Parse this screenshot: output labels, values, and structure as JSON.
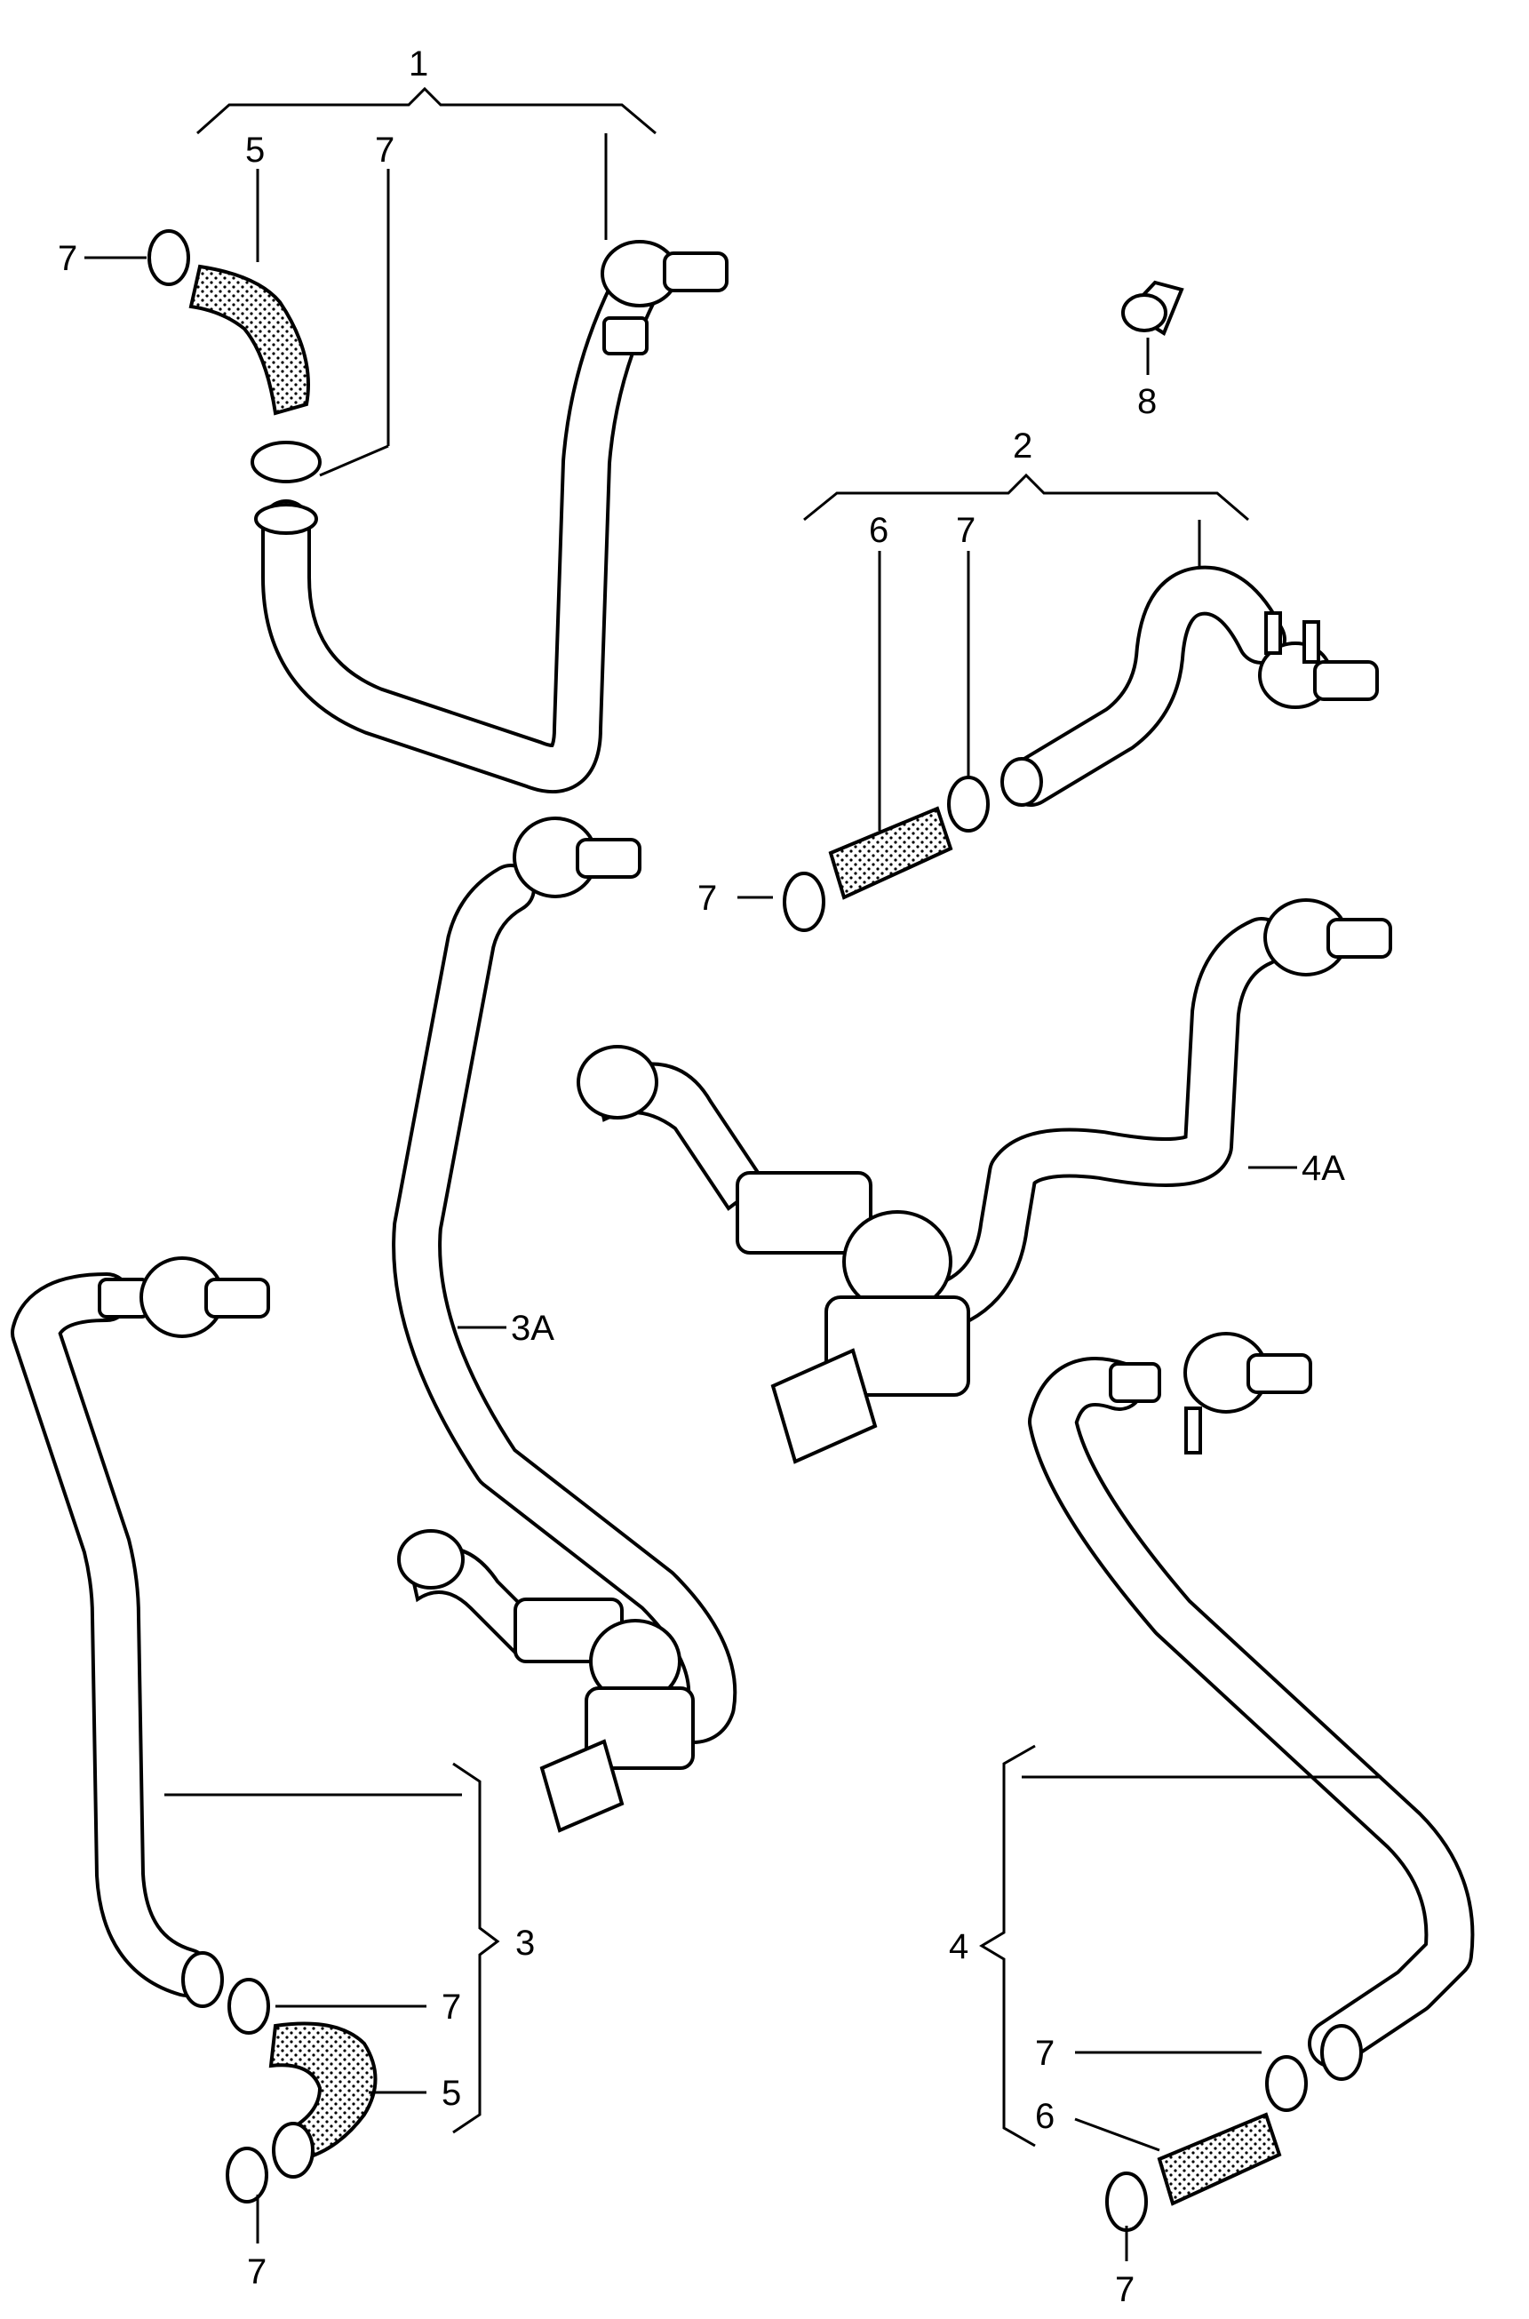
{
  "callouts": {
    "c1": "1",
    "c2": "2",
    "c3": "3",
    "c3a": "3A",
    "c4": "4",
    "c4a": "4A",
    "c5": "5",
    "c6": "6",
    "c7": "7",
    "c8": "8"
  }
}
